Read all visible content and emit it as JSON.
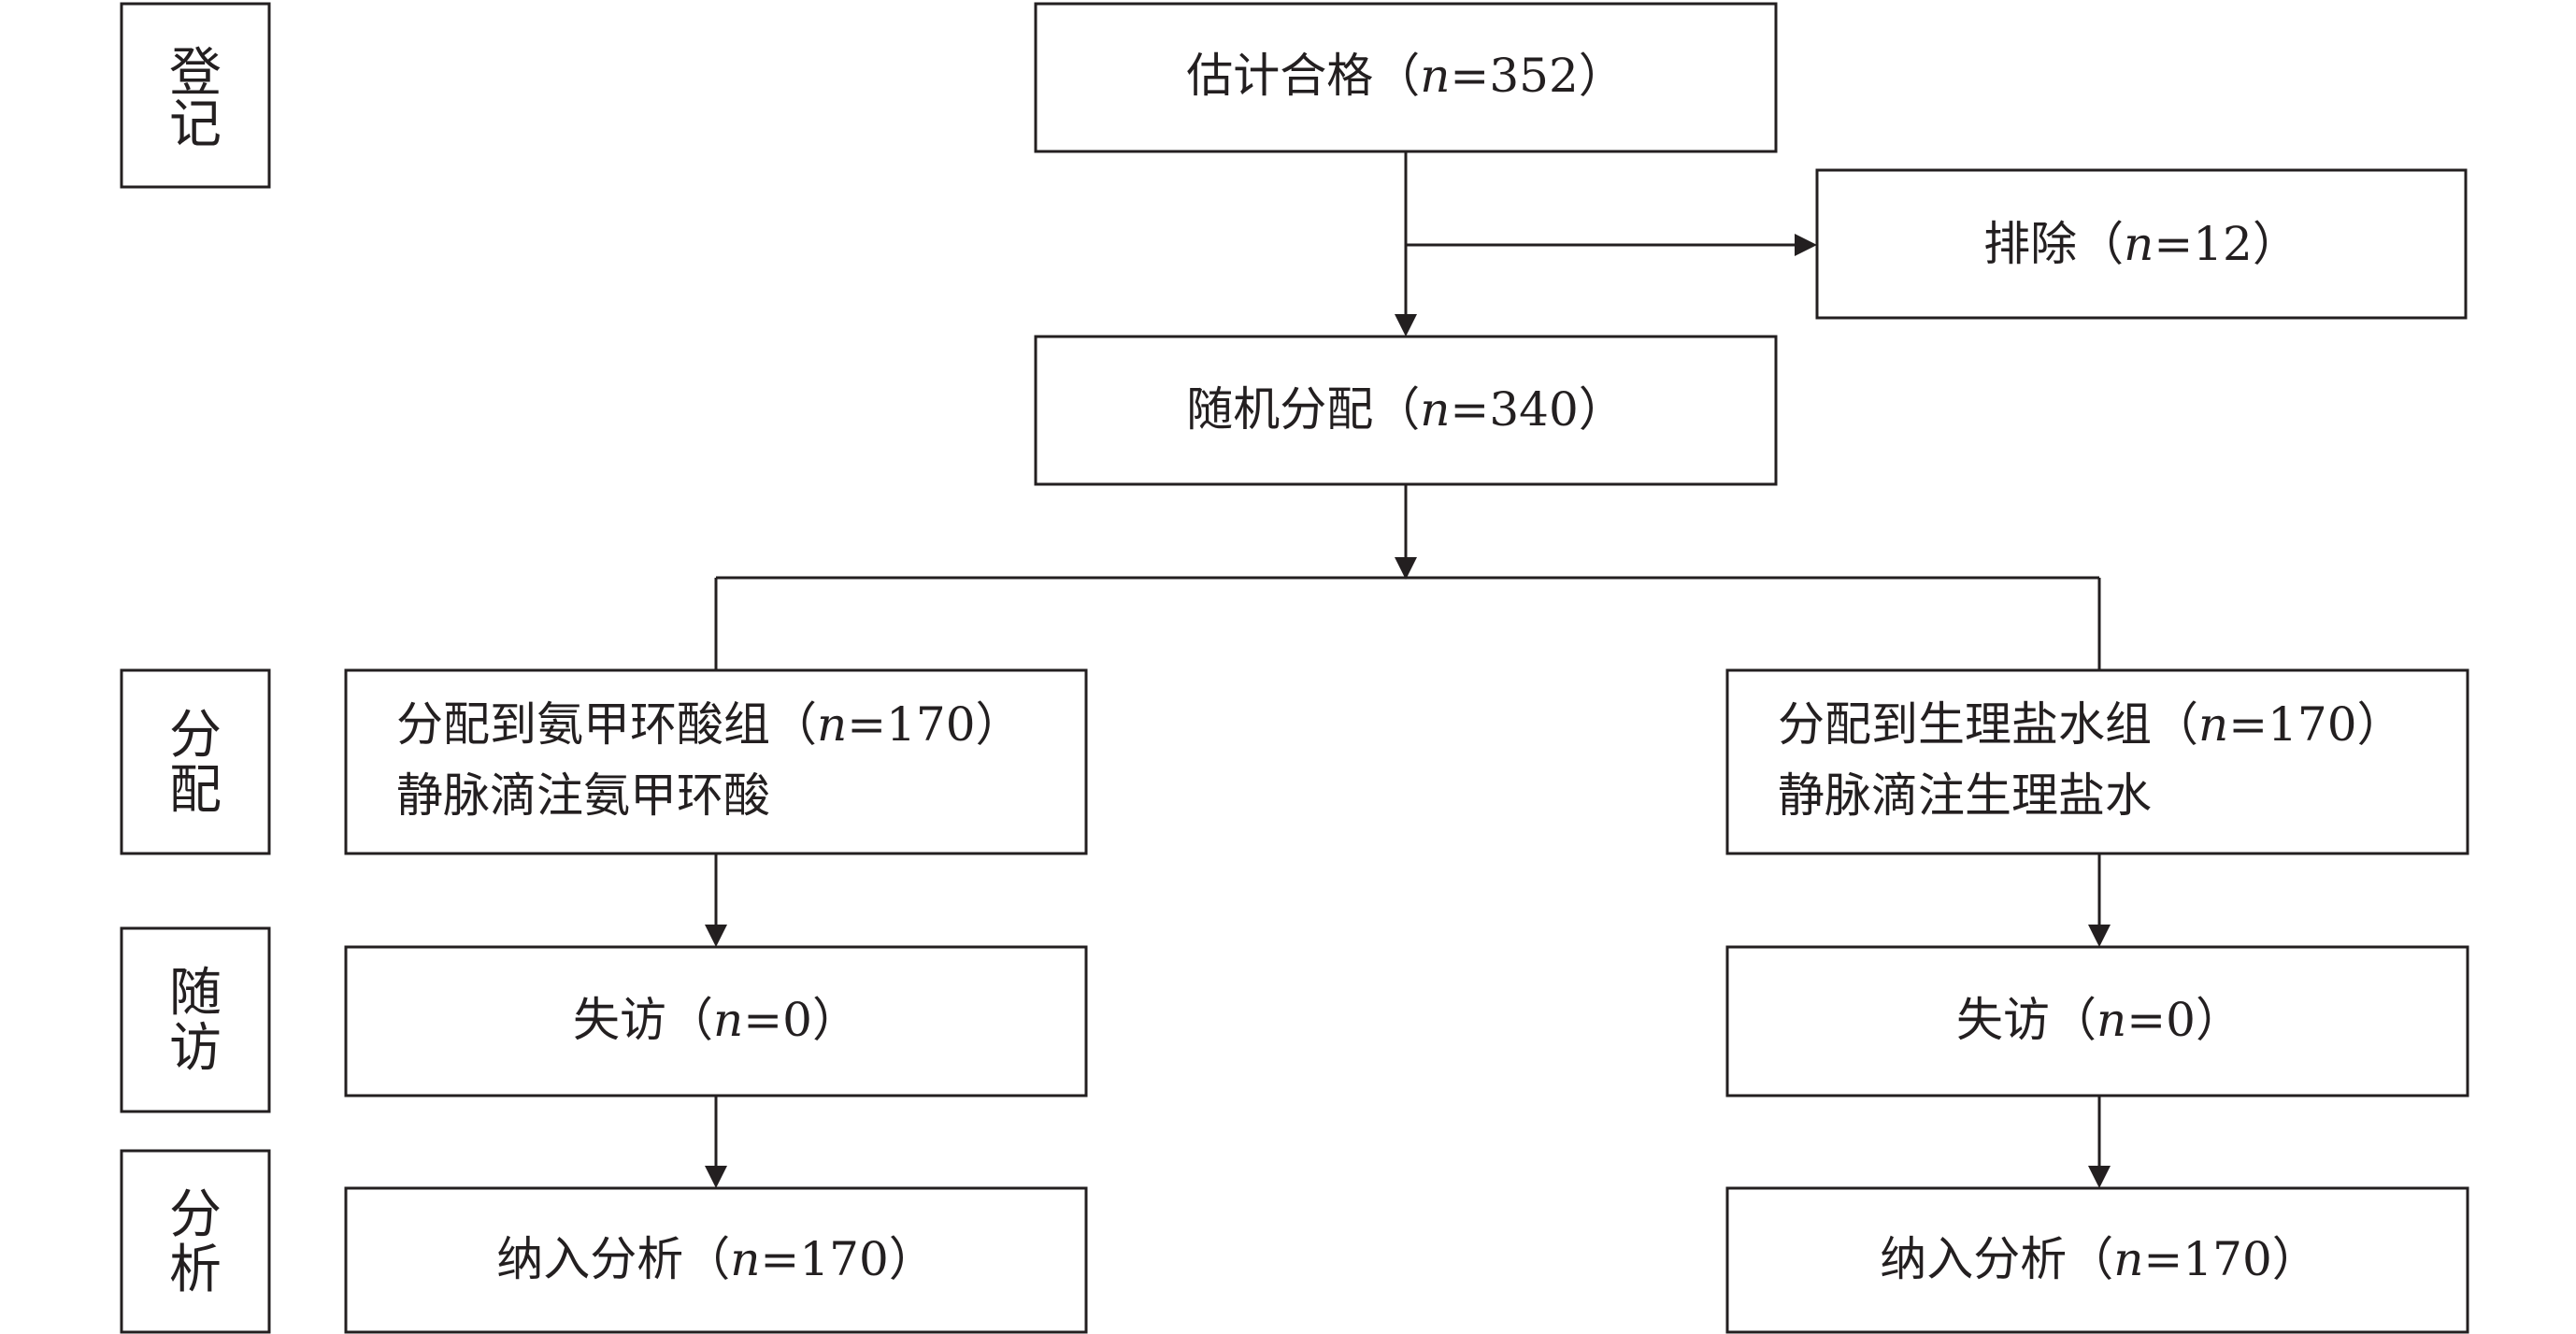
{
  "stages": {
    "enrollment": [
      "登",
      "记"
    ],
    "allocation": [
      "分",
      "配"
    ],
    "followup": [
      "随",
      "访"
    ],
    "analysis": [
      "分",
      "析"
    ]
  },
  "boxes": {
    "eligible": {
      "pre": "估计合格（",
      "n": "n",
      "post": "=352）"
    },
    "excluded": {
      "pre": "排除（",
      "n": "n",
      "post": "=12）"
    },
    "randomized": {
      "pre": "随机分配（",
      "n": "n",
      "post": "=340）"
    },
    "txa_group": {
      "line1": {
        "pre": "分配到氨甲环酸组（",
        "n": "n",
        "post": "=170）"
      },
      "line2": "静脉滴注氨甲环酸"
    },
    "saline_group": {
      "line1": {
        "pre": "分配到生理盐水组（",
        "n": "n",
        "post": "=170）"
      },
      "line2": "静脉滴注生理盐水"
    },
    "txa_lost": {
      "pre": "失访（",
      "n": "n",
      "post": "=0）"
    },
    "saline_lost": {
      "pre": "失访（",
      "n": "n",
      "post": "=0）"
    },
    "txa_analyzed": {
      "pre": "纳入分析（",
      "n": "n",
      "post": "=170）"
    },
    "saline_analyzed": {
      "pre": "纳入分析（",
      "n": "n",
      "post": "=170）"
    }
  }
}
